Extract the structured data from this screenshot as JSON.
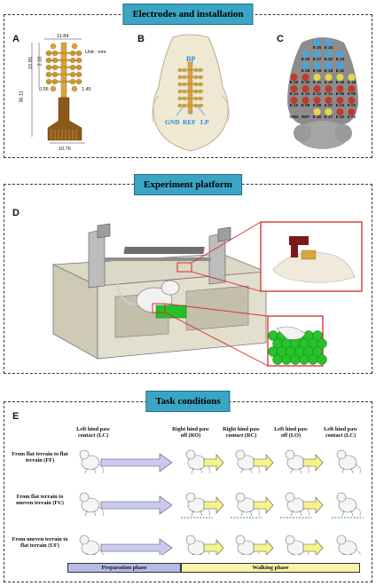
{
  "sections": {
    "electrodes": {
      "title": "Electrodes and installation",
      "panel_a": {
        "label": "A",
        "unit": "Unit : mm",
        "dim_width_top": "11.84",
        "dim_height_total": "36.11",
        "dim_upper": "15.85",
        "dim_spacing": "2.33",
        "dim_left": "0.55",
        "dim_right": "1.45",
        "dim_bottom_width": "10.76"
      },
      "panel_b": {
        "label": "B",
        "bp": "BP",
        "gnd": "GND",
        "ref": "REF",
        "lp": "LP"
      },
      "panel_c": {
        "label": "C",
        "rows": [
          [
            "E 25",
            "E 24"
          ],
          [
            "E 26",
            "E 27",
            "E 22",
            "E 23"
          ],
          [
            "E 28",
            "E 19",
            "E 18",
            "E 21"
          ],
          [
            "E 29",
            "E 30",
            "E 31",
            "E 20",
            "E 15",
            "E 16"
          ],
          [
            "E 14",
            "E 13",
            "E 12",
            "E 11",
            "E 06",
            "E 05"
          ],
          [
            "E 10",
            "E 09",
            "E 08",
            "E 07",
            "E 04",
            "E 03"
          ],
          [
            "GND",
            "REF",
            "E 32",
            "E 17",
            "E 02",
            "E 01"
          ]
        ]
      }
    },
    "experiment": {
      "title": "Experiment platform",
      "panel_d": {
        "label": "D"
      }
    },
    "task": {
      "title": "Task conditions",
      "panel_e": {
        "label": "E",
        "events": [
          "Left hind paw contact (LC)",
          "Right hind paw off (RO)",
          "Right hind paw contact (RC)",
          "Left hind paw off (LO)",
          "Left hind paw contact (LC)"
        ],
        "conditions": [
          "From flat terrain to flat terrain (FF)",
          "From flat terrain to uneven terrain (FU)",
          "From uneven terrain to flat terrain (UF)"
        ],
        "phases": [
          "Preparation phase",
          "Walking phase"
        ]
      }
    }
  },
  "colors": {
    "header_bg": "#3aa6c4",
    "electrode_gold": "#d9a441",
    "electrode_blue": "#4aa3dc",
    "electrode_red": "#c0392b",
    "electrode_yellow": "#e6d64a",
    "green_terrain": "#25c22a",
    "callout_red": "#d62b2b",
    "prep_bar": "#b7b9e6",
    "walk_bar": "#f7f3a8",
    "arrow_yellow": "#f6f38a",
    "arrow_lavender": "#c9c9f2"
  }
}
